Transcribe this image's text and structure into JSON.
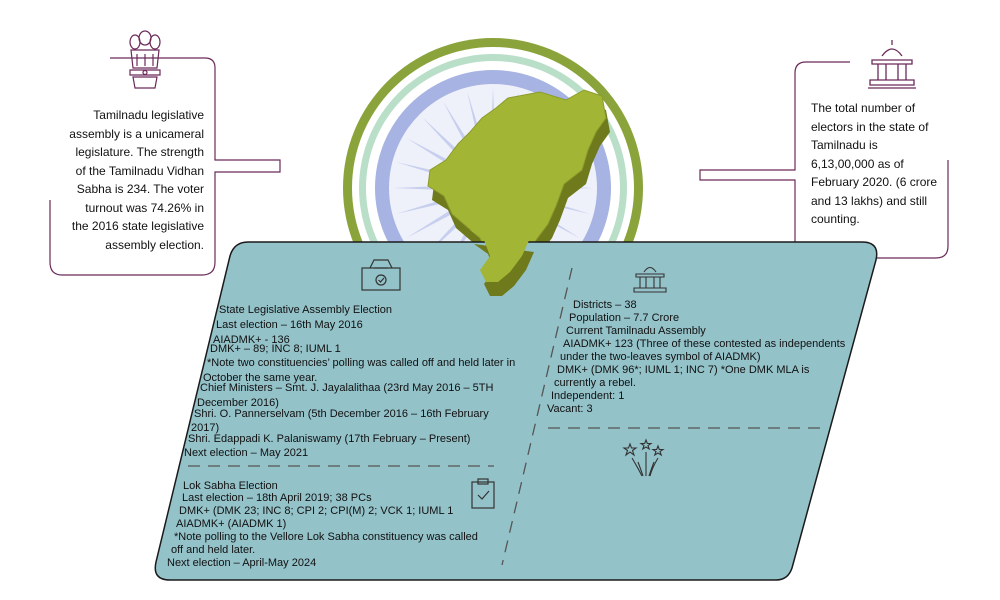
{
  "left_callout": {
    "lines": [
      "Tamilnadu legislative",
      "assembly is a unicameral",
      "legislature. The strength",
      "of the Tamilnadu Vidhan",
      "Sabha is 234. The voter",
      "turnout was 74.26% in",
      "the 2016 state legislative",
      "assembly election."
    ]
  },
  "right_callout": {
    "lines": [
      "The total number of",
      "electors in the state of",
      "Tamilnadu is",
      "6,13,00,000 as of",
      "February 2020. (6 crore",
      "and 13 lakhs) and still",
      "counting."
    ]
  },
  "assembly": {
    "title": "State Legislative Assembly Election",
    "last_election": "Last election – 16th May 2016",
    "aiadmk": "AIADMK+ - 136",
    "dmk": "DMK+ – 89; INC 8; IUML 1",
    "note_1": "*Note two constituencies’ polling was called off and held later in",
    "note_2": "October the same year.",
    "cm_1": "Chief Ministers – Smt. J. Jayalalithaa (23rd May 2016 – 5TH",
    "cm_2": "December 2016)",
    "cm_3": "Shri. O. Pannerselvam (5th December 2016 – 16th February",
    "cm_4": "2017)",
    "cm_5": "Shri. Edappadi K. Palaniswamy (17th February – Present)",
    "next": "Next election – May 2021"
  },
  "lok_sabha": {
    "title": "Lok Sabha Election",
    "last_election": "Last election – 18th April 2019; 38 PCs",
    "dmk": "DMK+ (DMK 23; INC 8; CPI 2; CPI(M) 2; VCK 1; IUML 1",
    "aiadmk": "AIADMK+ (AIADMK 1)",
    "note_1": "*Note polling to the Vellore Lok Sabha constituency was called",
    "note_2": "off and held later.",
    "next": "Next election – April-May 2024"
  },
  "state_info": {
    "districts": "Districts – 38",
    "population": "Population – 7.7 Crore",
    "current": "Current Tamilnadu Assembly",
    "aiadmk_1": "AIADMK+ 123 (Three of these contested as independents",
    "aiadmk_2": "under the two-leaves symbol of AIADMK)",
    "dmk_1": "DMK+ (DMK 96*; IUML 1; INC 7) *One DMK MLA is",
    "dmk_2": "currently a rebel.",
    "independent": "Independent: 1",
    "vacant": "Vacant: 3"
  },
  "colors": {
    "panel_fill": "#94c2c9",
    "panel_stroke": "#1a1a1a",
    "map_green": "#a3b535",
    "map_dark": "#6f7a1d",
    "ring_olive": "#8aa33a",
    "ring_mint": "#b9dfc9",
    "ring_blue": "#8fa0d8",
    "connector_purple": "#6b2a5a"
  },
  "icons": [
    "emblem-icon",
    "parliament-icon",
    "ballot-box-icon",
    "clipboard-check-icon",
    "building-icon",
    "fireworks-icon"
  ]
}
